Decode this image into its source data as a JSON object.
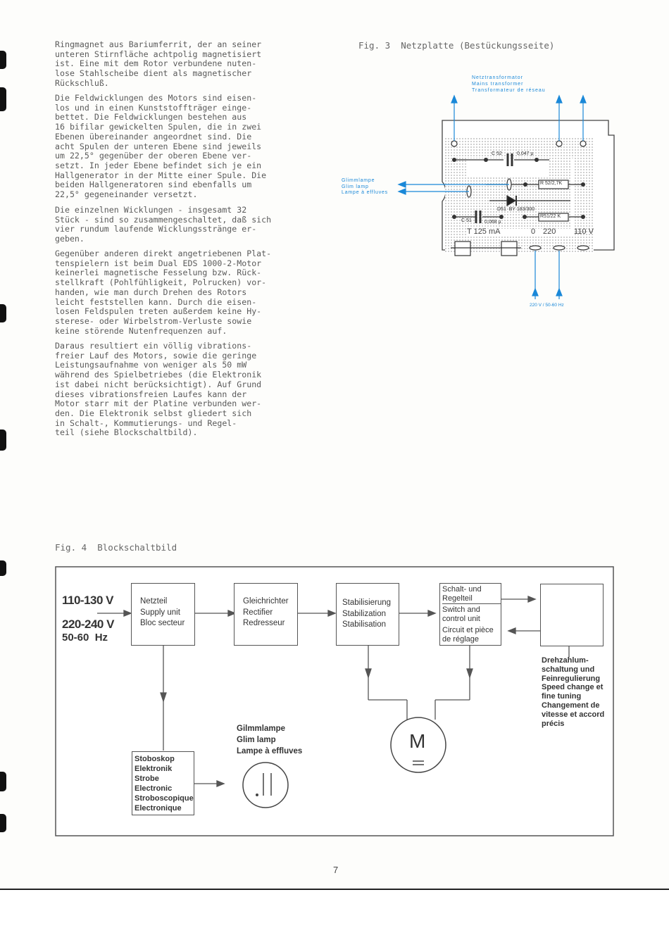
{
  "left_text": [
    "Ringmagnet aus Bariumferrit, der an seiner\nunteren Stirnfläche achtpolig magnetisiert\nist. Eine mit dem Rotor verbundene nuten-\nlose Stahlscheibe dient als magnetischer\nRückschluß.",
    "Die Feldwicklungen des Motors sind eisen-\nlos und in einen Kunststoffträger einge-\nbettet. Die Feldwicklungen bestehen aus\n16 bifilar gewickelten Spulen, die in zwei\nEbenen übereinander angeordnet sind. Die\nacht Spulen der unteren Ebene sind jeweils\num 22,5° gegenüber der oberen Ebene ver-\nsetzt. In jeder Ebene befindet sich je ein\nHallgenerator in der Mitte einer Spule. Die\nbeiden Hallgeneratoren sind ebenfalls um\n22,5° gegeneinander versetzt.",
    "Die einzelnen Wicklungen - insgesamt 32\nStück - sind so zusammengeschaltet, daß sich\nvier rundum laufende Wicklungsstränge er-\ngeben.",
    "Gegenüber anderen direkt angetriebenen Plat-\ntenspielern ist beim Dual EDS 1000-2-Motor\nkeinerlei magnetische Fesselung bzw. Rück-\nstellkraft (Pohlfühligkeit, Polrucken) vor-\nhanden, wie man durch Drehen des Rotors\nleicht feststellen kann. Durch die eisen-\nlosen Feldspulen treten außerdem keine Hy-\nsterese- oder Wirbelstrom-Verluste sowie\nkeine störende Nutenfrequenzen auf.",
    "Daraus resultiert ein völlig vibrations-\nfreier Lauf des Motors, sowie die geringe\nLeistungsaufnahme von weniger als 50 mW\nwährend des Spielbetriebes (die Elektronik\nist dabei nicht berücksichtigt). Auf Grund\ndieses vibrationsfreien Laufes kann der\nMotor starr mit der Platine verbunden wer-\nden. Die Elektronik selbst gliedert sich\nin Schalt-, Kommutierungs- und Regel-\nteil (siehe Blockschaltbild)."
  ],
  "fig3": {
    "caption": "Fig. 3  Netzplatte (Bestückungsseite)",
    "transformer_label": "Netztransformator\nMains transformer\nTransformateur de réseau",
    "glim_label": "Glimmlampe\nGlim lamp\nLampe à effluves",
    "c52": "C 52",
    "c52_val": "0,047 µ",
    "r52": "R 52/2,7K",
    "d51": "D51  BY 183/300",
    "c51": "C 51",
    "c51_val": "0,068 µ",
    "r51": "R51/22 K",
    "fuse": "T 125 mA",
    "v0": "0",
    "v220": "220",
    "v110": "110 V",
    "mains": "220 V / 50-60 Hz"
  },
  "fig4": {
    "caption": "Fig. 4  Blockschaltbild",
    "voltage_1": "110-130 V",
    "voltage_2": "220-240 V",
    "voltage_3": "50-60  Hz",
    "supply": "Netzteil\nSupply unit\nBloc secteur",
    "rectifier": "Gleichrichter\nRectifier\nRedresseur",
    "stabilization": "Stabilisierung\nStabilization\nStabilisation",
    "switch_de": "Schalt- und\nRegelteil",
    "switch_en": "Switch and\ncontrol unit",
    "switch_fr": "Circuit et pièce\nde réglage",
    "strobe": "Stoboskop\nElektronik\nStrobe\nElectronic\nStroboscopique\nElectronique",
    "glimlamp": "Gilmmlampe\nGlim lamp\nLampe à effluves",
    "motor": "M",
    "speed": "Drehzahlum-\nschaltung und\nFeinregulierung\nSpeed change et\nfine tuning\nChangement de\nvitesse et accord\nprécis"
  },
  "page_number": "7"
}
